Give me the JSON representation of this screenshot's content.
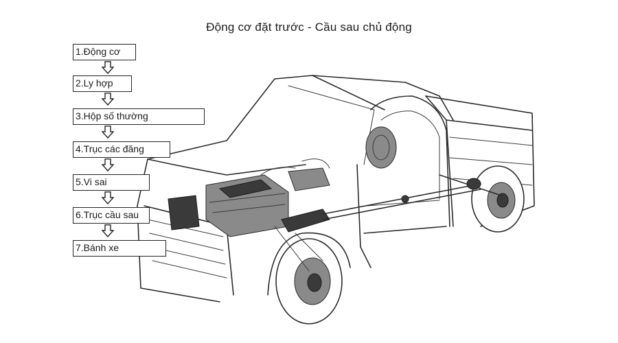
{
  "title": "Động cơ đặt trước - Cầu sau chủ động",
  "steps": [
    "1.Động cơ",
    "2.Ly hợp",
    "3.Hộp số thường",
    "4.Trục các đăng",
    "5.Vi sai",
    "6.Trục cầu sau",
    "7.Bánh xe"
  ],
  "arrow_icon": "down-outline-arrow-icon",
  "colors": {
    "line": "#2a2a2a",
    "background": "#ffffff"
  }
}
